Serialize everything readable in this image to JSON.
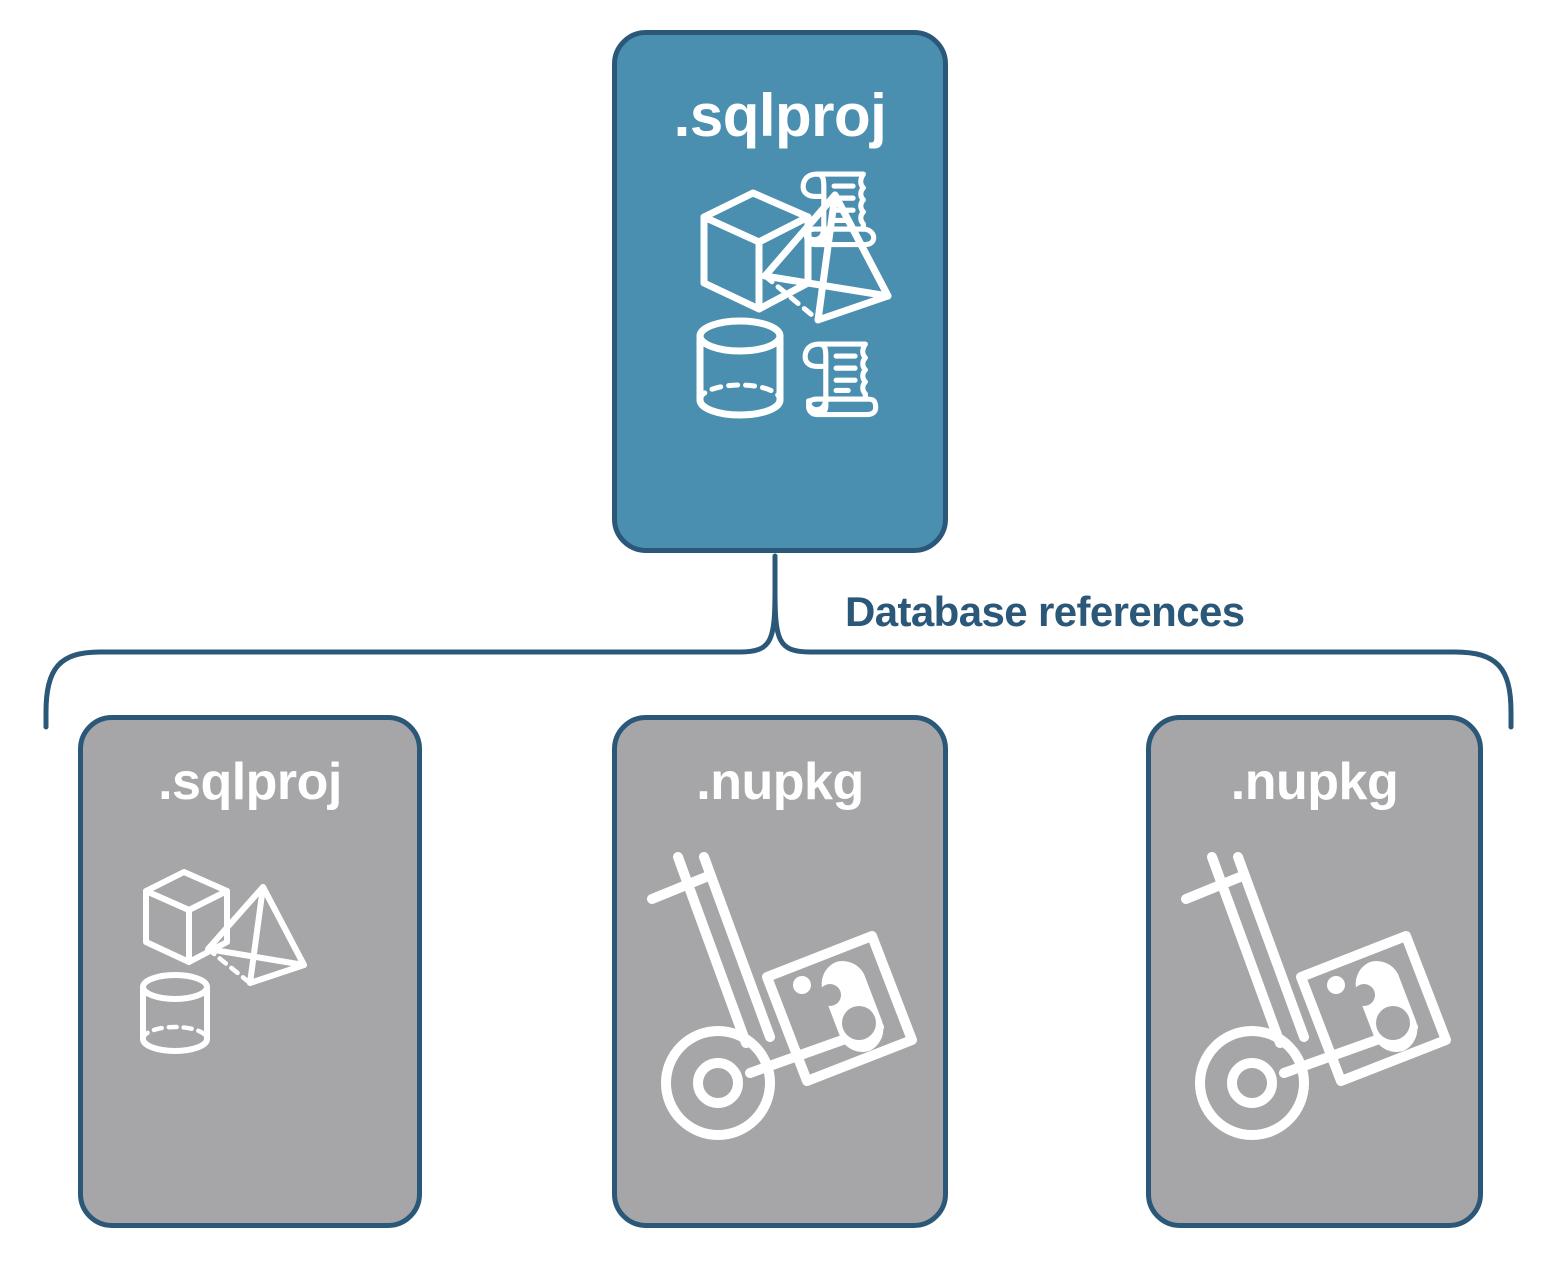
{
  "diagram": {
    "title": "Database references diagram",
    "colors": {
      "blue_fill": "#4a8fb0",
      "gray_fill": "#a6a6a8",
      "outline": "#2b5878",
      "icon": "#ffffff",
      "background": "#ffffff"
    },
    "connector": {
      "label": "Database references",
      "type": "curly-brace"
    },
    "root_node": {
      "label": ".sqlproj",
      "fill": "blue",
      "icons": [
        "cube-icon",
        "scroll-icon",
        "pyramid-icon",
        "cylinder-icon",
        "scroll-icon"
      ]
    },
    "reference_nodes": [
      {
        "label": ".sqlproj",
        "fill": "gray",
        "icons": [
          "cube-icon",
          "pyramid-icon",
          "cylinder-icon"
        ]
      },
      {
        "label": ".nupkg",
        "fill": "gray",
        "icons": [
          "hand-truck-package-icon"
        ]
      },
      {
        "label": ".nupkg",
        "fill": "gray",
        "icons": [
          "hand-truck-package-icon"
        ]
      }
    ]
  }
}
